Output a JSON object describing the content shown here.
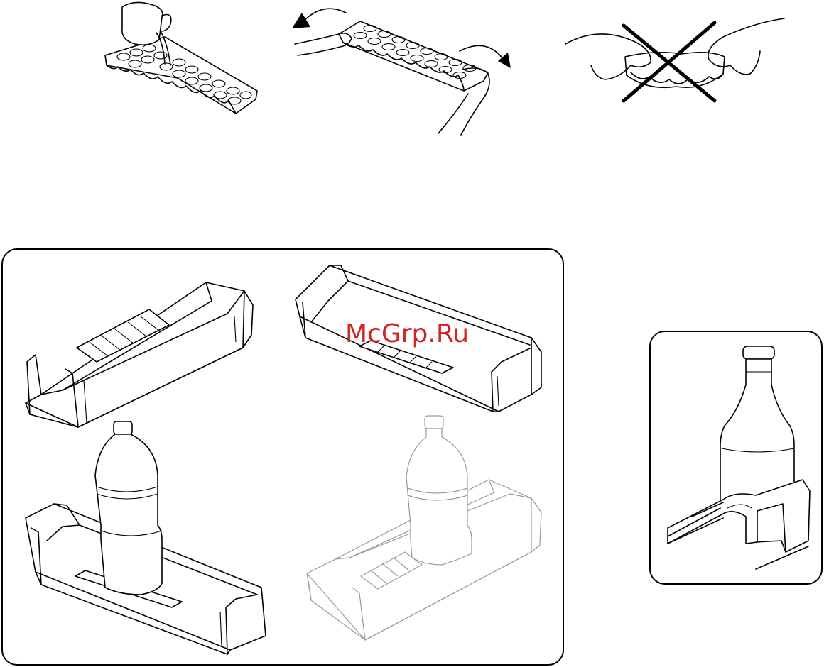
{
  "watermark": {
    "text": "McGrp.Ru",
    "color": "#d02525"
  },
  "illustrations": [
    {
      "id": "fill-ice-tray",
      "icon": "pitcher-pouring-water-into-ice-tray"
    },
    {
      "id": "twist-ice-tray",
      "icon": "hands-twisting-ice-tray"
    },
    {
      "id": "do-not-bend-tray",
      "icon": "crossed-out-hands-bending-tray"
    },
    {
      "id": "door-racks",
      "icon": "door-bins-with-bottle-retainer"
    },
    {
      "id": "bottle-holder",
      "icon": "bottle-in-door-shelf-retainer"
    }
  ]
}
